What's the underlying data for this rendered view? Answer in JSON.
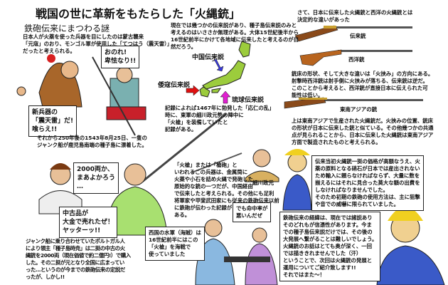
{
  "title": "戦国の世に革新をもたらした「火縄銃」",
  "subtitle": "鉄砲伝来にまつわる謎",
  "intro_text": "日本人が火薬を使った兵器を目にしたのは蒙古襲来\n「元寇」のおり、モンゴル軍が使用した「てつはう（震天雷）」\nだったと考えられる。",
  "bubbles": {
    "samurai_cry": "おのれ!\n卑怯なり!!",
    "mongol_cry": "新兵器の\n「震天雷」だ!\n喰らえ!!",
    "lord_reply": "2000両か、\nまあよかろう\n…",
    "portuguese_cheer": "中古品が\n大金で売れたぜ！\nヤッターッ!!",
    "accuracy": "でも命中率が\n悪いんだぜ",
    "pirates": "西国の水軍（海賊）は\n16世紀前半にはこの\n「火槍」を海戦で\n使っていました",
    "price": "伝来当初火縄銃一挺の価格が高額なうえ、火\n薬の原料となる硝石が日本では産出されない\nため輸入に頼らなければならず、大量に数を\n揃えるにはそれに見合った莫大な額の出費を\nしなければなりませんでした。\nそのため初期の鉄砲の使用方法は、主に狙撃\nや音での威嚇に限られていました。",
    "closing": "鉄砲伝来の経緯は、現在では諸説あり\nそのどれもが信憑性があります。今ま\nでの種子島伝来説だけでは、その後の\n大発展へ繋がることは難しいでしょう。\n火縄銃のお話はとても奥が深く、一回\nでは描ききれませんでした（汗）\nということで、次回は火縄銃の発展と\n運用についてご紹介致します!!\nそれではまた〜！"
  },
  "narration": {
    "arrival": "それから250年後の1543年8月25日、一隻の\nジャンク船が鹿児島南端の種子島に漂着した。",
    "theories": "現在では幾つかの伝来説があり、種子島伝来説のみと\n考えるのはいささか無理がある。大体15世紀後半から\n16世紀前半にかけて各地域に伝来したと考えるのが自\n然だろう。",
    "record": "記録によれば1467年に勃発した「応仁の乱」\n時に、東軍の細川政元勢の陣中に\n「火槍」を装備していたと\n記録がある。",
    "hiyari": "「火槍」または「槍砲」と\nいわれるこの兵器は、金属筒に\n火薬や小石を詰め火縄で発砲した\n原始的な銃の一つだが、中国経由\nで伝来したと考えられる。その他にも足利\n将軍家や甲斐武田家にも従来の鉄砲伝来以前\nに鉄砲が伝わった記録が\nある。",
    "purchase": "ジャンク船に乗り合わせていたポルトガル人\nにより領主「種子島時尭」は二挺の中古の火\n縄銃を2000両（現在価値で約二億円!）で購入\nした。その二挺が元となり全国に広まってい\nった…というのが今までの鉄砲伝来の定説だ\nったが、しかし!!",
    "difference": "さて、日本に伝来した火縄銃と西洋の火縄銃とは\n決定的な違いがあった",
    "stock": "銃床の形状、そして大きな違いは「火挟み」の方向にある。\n射撃時西洋銃は射手側に火挟みが落ちる、伝来銃は逆だ。\nこのことから考えると、西洋銃が直接日本に伝えられた可\n能性は低い。",
    "southeast": "上は東南アジアで生産された火縄銃だ。火挟みの位置、銃床\nの形状が日本に伝来した銃と似ている。その他幾つかの共通\n点が見られることから、日本に伝来した火縄銃は東南アジア\n方面で製造されたものと考えられる。"
  },
  "map_labels": {
    "china": "中国伝来説",
    "wako": "倭寇伝来説",
    "ryukyu": "琉球伝来説"
  },
  "gun_labels": {
    "japanese": "伝来銃",
    "western": "西洋銃",
    "southeast_asian": "東南アジアの銃"
  },
  "person_label": "細川政元",
  "colors": {
    "map_green": "#9ccc3c",
    "china_arrow": "#3a3adc",
    "wako_arrow": "#e01010",
    "ryukyu_arrow": "#e020d0",
    "gun_wood": "#8a4a1a",
    "kimono_green": "#a8e070",
    "armor_blue": "#3a5ac8"
  }
}
